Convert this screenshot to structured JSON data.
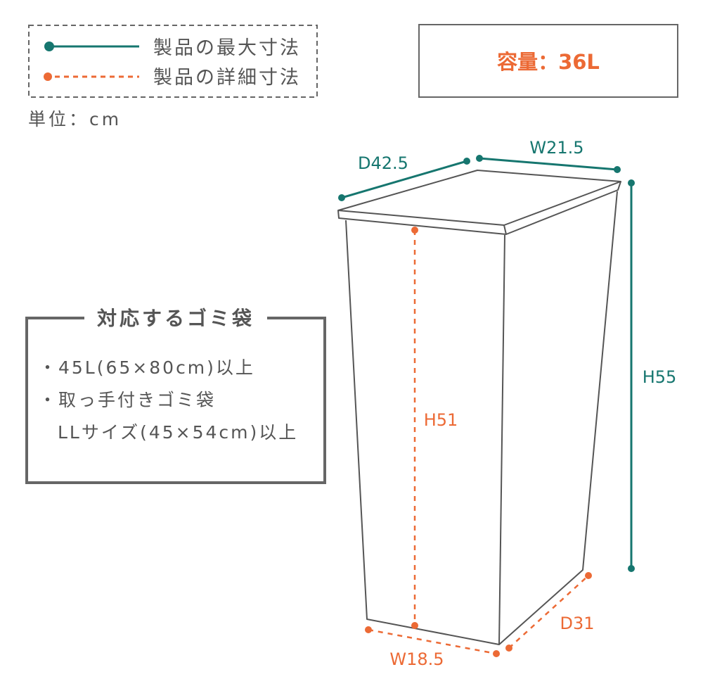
{
  "legend": {
    "max_label": "製品の最大寸法",
    "detail_label": "製品の詳細寸法"
  },
  "unit": "単位：cm",
  "capacity": "容量：36L",
  "bags": {
    "title": "対応するゴミ袋",
    "line1": "・45L(65×80cm)以上",
    "line2": "・取っ手付きゴミ袋",
    "line3": "LLサイズ(45×54cm)以上"
  },
  "dimensions": {
    "depth_top": "D42.5",
    "width_top": "W21.5",
    "height_max": "H55",
    "height_inner": "H51",
    "width_bottom": "W18.5",
    "depth_bottom": "D31"
  },
  "colors": {
    "max": "#16766f",
    "detail": "#ec6a35",
    "outline": "#555555"
  }
}
